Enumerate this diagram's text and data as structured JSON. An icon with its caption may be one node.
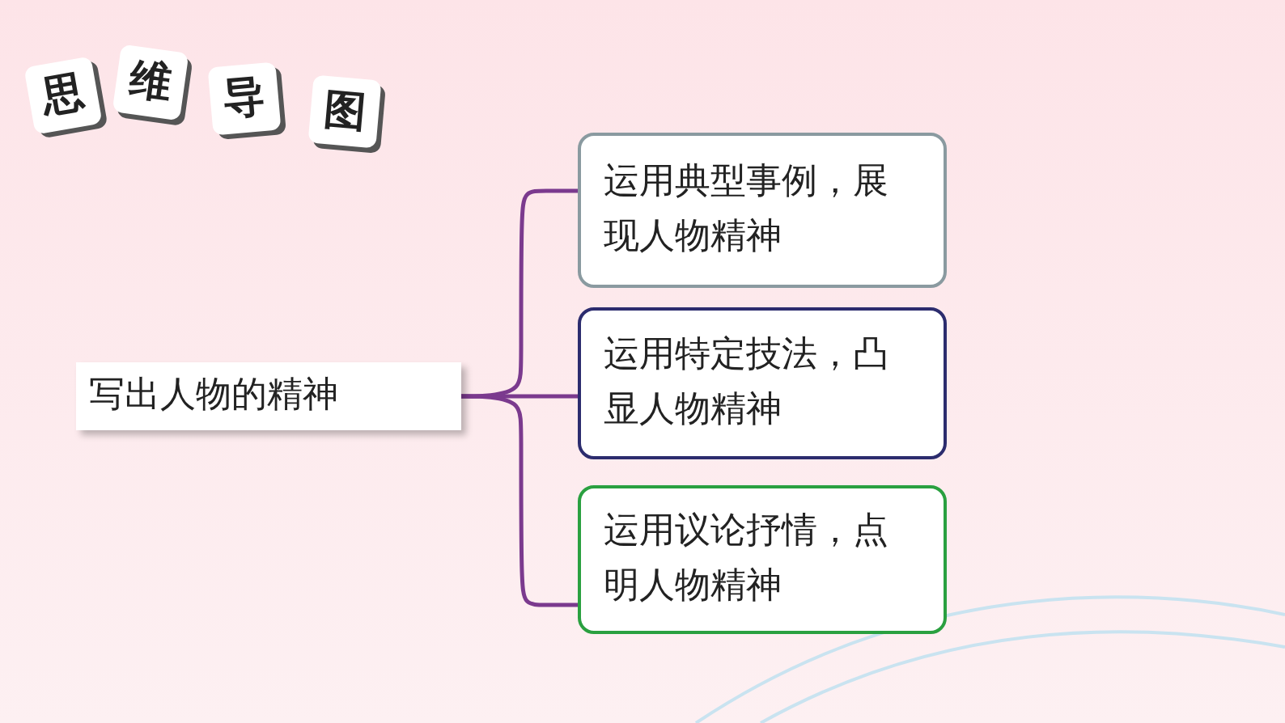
{
  "diagram": {
    "nodes": [
      {
        "text": [
          "写出人物的精神"
        ]
      },
      {
        "text": [
          "运用典型事例，展现人物精神"
        ]
      },
      {
        "text": [
          "运用特定技法，凸显人物精神"
        ]
      },
      {
        "text": [
          "运用议论抒情，点明人物精神"
        ]
      }
    ],
    "edges": [
      {
        "from": 0,
        "to": 1,
        "arrow": "none"
      },
      {
        "from": 0,
        "to": 2,
        "arrow": "none"
      },
      {
        "from": 0,
        "to": 3,
        "arrow": "none"
      }
    ],
    "labels": [
      "思",
      "维",
      "导",
      "图"
    ]
  }
}
